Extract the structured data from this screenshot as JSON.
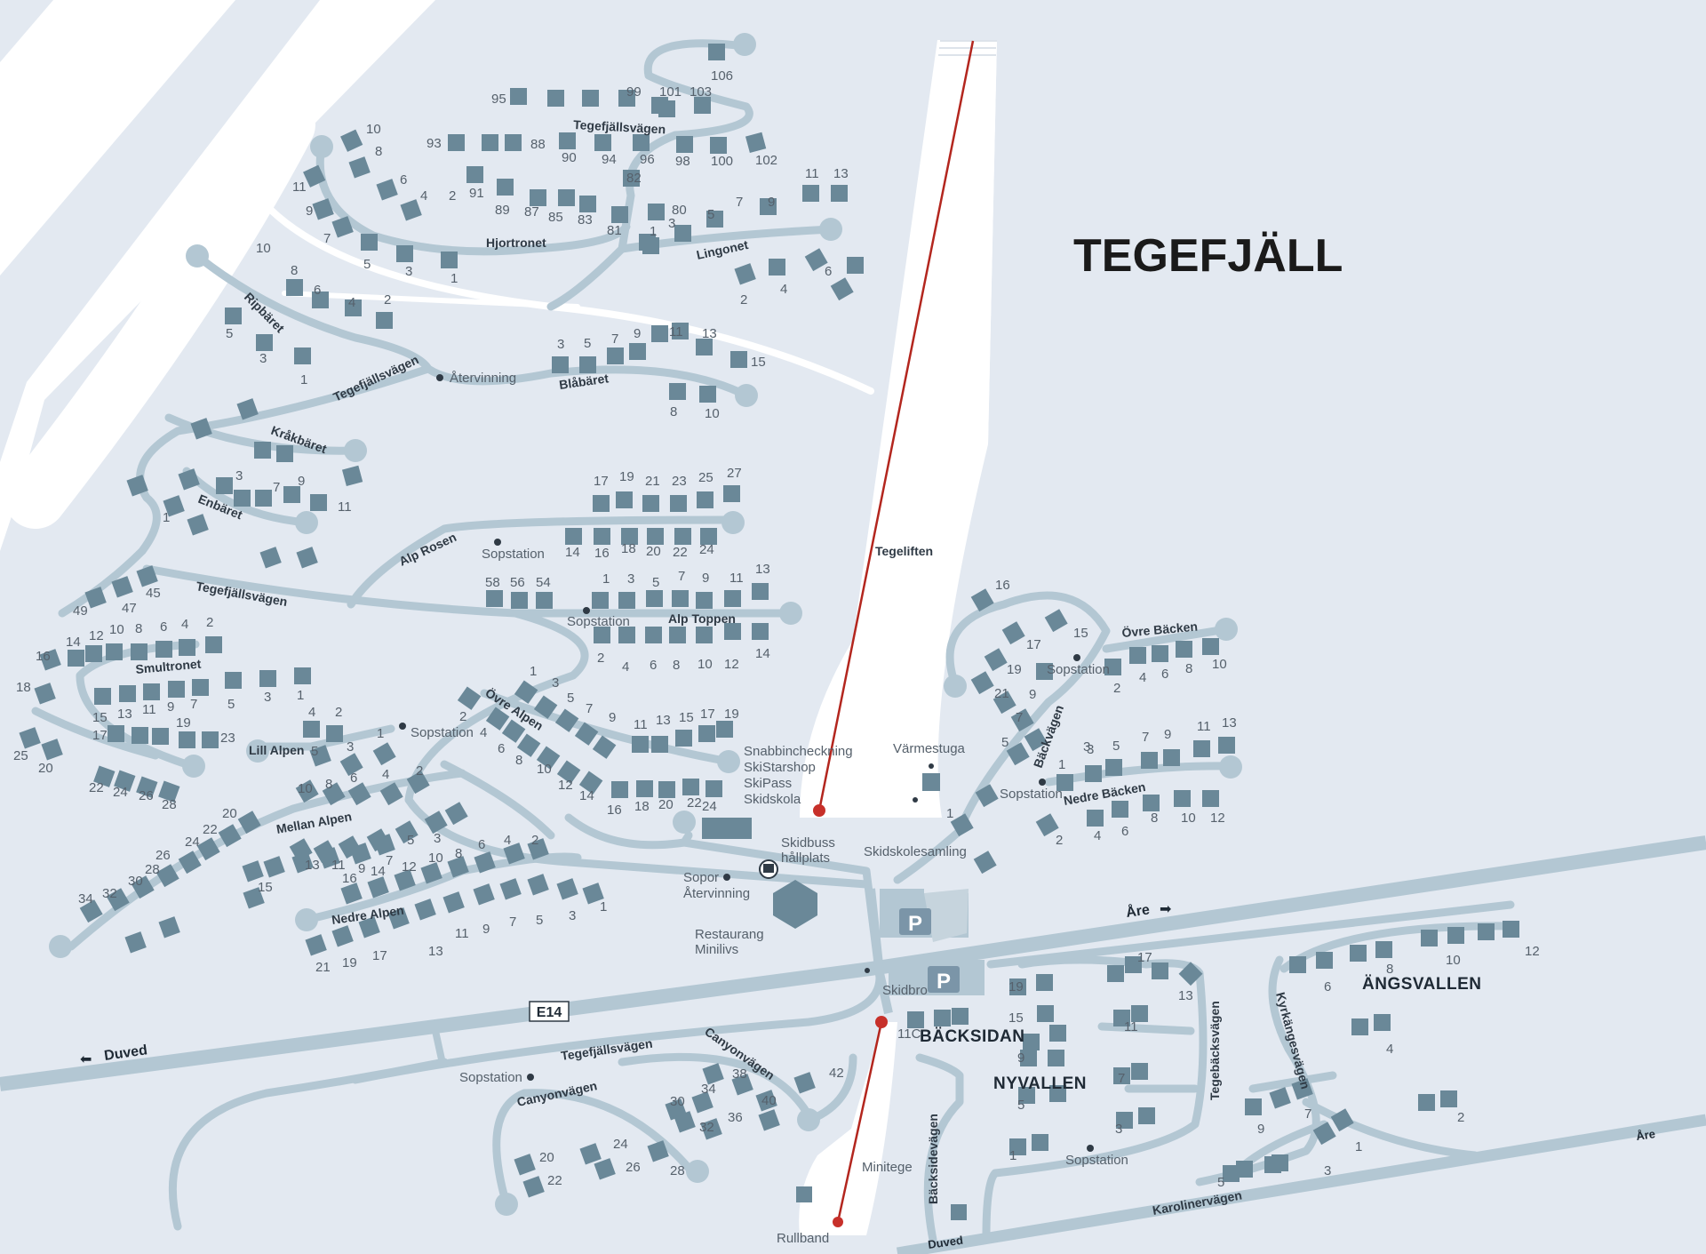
{
  "title": "TEGEFJÄLL",
  "areas": {
    "backsidan": "BÄCKSIDAN",
    "nyvallen": "NYVALLEN",
    "angsvallen": "ÄNGSVALLEN"
  },
  "highway": {
    "label": "E14",
    "duved": "Duved",
    "are": "Åre"
  },
  "streets": {
    "tegefjallsvagen": "Tegefjällsvägen",
    "hjortronet": "Hjortronet",
    "lingonet": "Lingonet",
    "ripbaret": "Ripbäret",
    "blabaret": "Blåbäret",
    "krakbaret": "Kråkbäret",
    "enbaret": "Enbäret",
    "alp_rosen": "Alp Rosen",
    "alp_toppen": "Alp Toppen",
    "smultronet": "Smultronet",
    "ovre_alpen": "Övre Alpen",
    "lill_alpen": "Lill Alpen",
    "mellan_alpen": "Mellan Alpen",
    "nedre_alpen": "Nedre Alpen",
    "ovre_backen": "Övre Bäcken",
    "nedre_backen": "Nedre Bäcken",
    "backvagen": "Bäckvägen",
    "canyonvagen": "Canyonvägen",
    "backsidevagen": "Bäcksidevägen",
    "tegebacksvagen": "Tegebäcksvägen",
    "kyrkangesvagen": "Kyrkängesvägen",
    "karolinervagen": "Karolinervägen",
    "tegeliften": "Tegeliften",
    "minitege": "Minitege",
    "rullband": "Rullband"
  },
  "poi": {
    "atervinning": "Återvinning",
    "sopstation": "Sopstation",
    "snabbincheckning": "Snabbincheckning",
    "skistarshop": "SkiStarshop",
    "skipass": "SkiPass",
    "skidskola": "Skidskola",
    "varmestuga": "Värmestuga",
    "skidskolesamling": "Skidskolesamling",
    "skidbuss": "Skidbuss",
    "hallplats": "hållplats",
    "sopor": "Sopor",
    "atervinning2": "Återvinning",
    "restaurang": "Restaurang",
    "minilivs": "Minilivs",
    "skidbro": "Skidbro",
    "parking": "P"
  },
  "house_numbers": {
    "hjortronet": [
      "10",
      "8",
      "6",
      "4",
      "2",
      "11",
      "9",
      "7",
      "5",
      "3",
      "1",
      "93",
      "91",
      "89",
      "87",
      "85",
      "83",
      "81",
      "88",
      "90",
      "94",
      "96",
      "98",
      "100",
      "102",
      "95",
      "99",
      "101",
      "103",
      "106",
      "82",
      "80"
    ],
    "lingonet": [
      "11",
      "13",
      "5",
      "7",
      "9",
      "1",
      "3",
      "2",
      "4",
      "6"
    ],
    "ripbaret": [
      "10",
      "8",
      "6",
      "4",
      "2",
      "5",
      "3",
      "1"
    ],
    "blabaret": [
      "3",
      "5",
      "7",
      "9",
      "11",
      "13",
      "15",
      "8",
      "10"
    ],
    "krakbaret": [
      "3",
      "7",
      "9",
      "11",
      "1"
    ],
    "alp_rosen": [
      "17",
      "19",
      "21",
      "23",
      "25",
      "27",
      "14",
      "16",
      "18",
      "20",
      "22",
      "24"
    ],
    "alp_toppen": [
      "58",
      "56",
      "54",
      "1",
      "3",
      "5",
      "7",
      "9",
      "11",
      "13",
      "2",
      "4",
      "6",
      "8",
      "10",
      "12",
      "14"
    ],
    "tegefjallsvagen_w": [
      "49",
      "47",
      "45"
    ],
    "smultronet": [
      "16",
      "14",
      "12",
      "10",
      "8",
      "6",
      "4",
      "2",
      "18",
      "15",
      "13",
      "11",
      "9",
      "7",
      "5",
      "3",
      "1",
      "17",
      "19",
      "23",
      "25",
      "20",
      "22",
      "24",
      "26",
      "28",
      "30"
    ],
    "ovre_alpen": [
      "1",
      "3",
      "5",
      "7",
      "9",
      "11",
      "13",
      "15",
      "17",
      "19",
      "2",
      "4",
      "6",
      "8",
      "10",
      "12",
      "14",
      "16",
      "18",
      "20",
      "22",
      "24"
    ],
    "lill_alpen": [
      "4",
      "2",
      "5",
      "3",
      "1"
    ],
    "mellan_alpen": [
      "10",
      "8",
      "6",
      "4",
      "2",
      "22",
      "20",
      "24",
      "26",
      "28",
      "30",
      "32",
      "34",
      "13",
      "11",
      "9",
      "7",
      "5",
      "3",
      "15"
    ],
    "nedre_alpen": [
      "16",
      "14",
      "12",
      "10",
      "8",
      "6",
      "4",
      "2",
      "21",
      "19",
      "17",
      "13",
      "11",
      "9",
      "7",
      "5",
      "3",
      "1"
    ],
    "ovre_backen": [
      "16",
      "17",
      "15",
      "19",
      "21",
      "9",
      "2",
      "4",
      "6",
      "8",
      "10"
    ],
    "backvagen": [
      "7",
      "5",
      "3",
      "1",
      "2"
    ],
    "nedre_backen": [
      "3",
      "5",
      "7",
      "9",
      "11",
      "13",
      "1",
      "4",
      "6",
      "8",
      "10",
      "12"
    ],
    "canyonvagen": [
      "38",
      "40",
      "42",
      "34",
      "36",
      "30",
      "32",
      "20",
      "22",
      "24",
      "26",
      "28"
    ],
    "backsidan": [
      "11C",
      "19",
      "17",
      "15",
      "13",
      "11",
      "9",
      "7",
      "5",
      "3",
      "1"
    ],
    "angsvallen": [
      "6",
      "8",
      "10",
      "12",
      "4",
      "9",
      "7",
      "2",
      "1",
      "5",
      "3"
    ]
  }
}
